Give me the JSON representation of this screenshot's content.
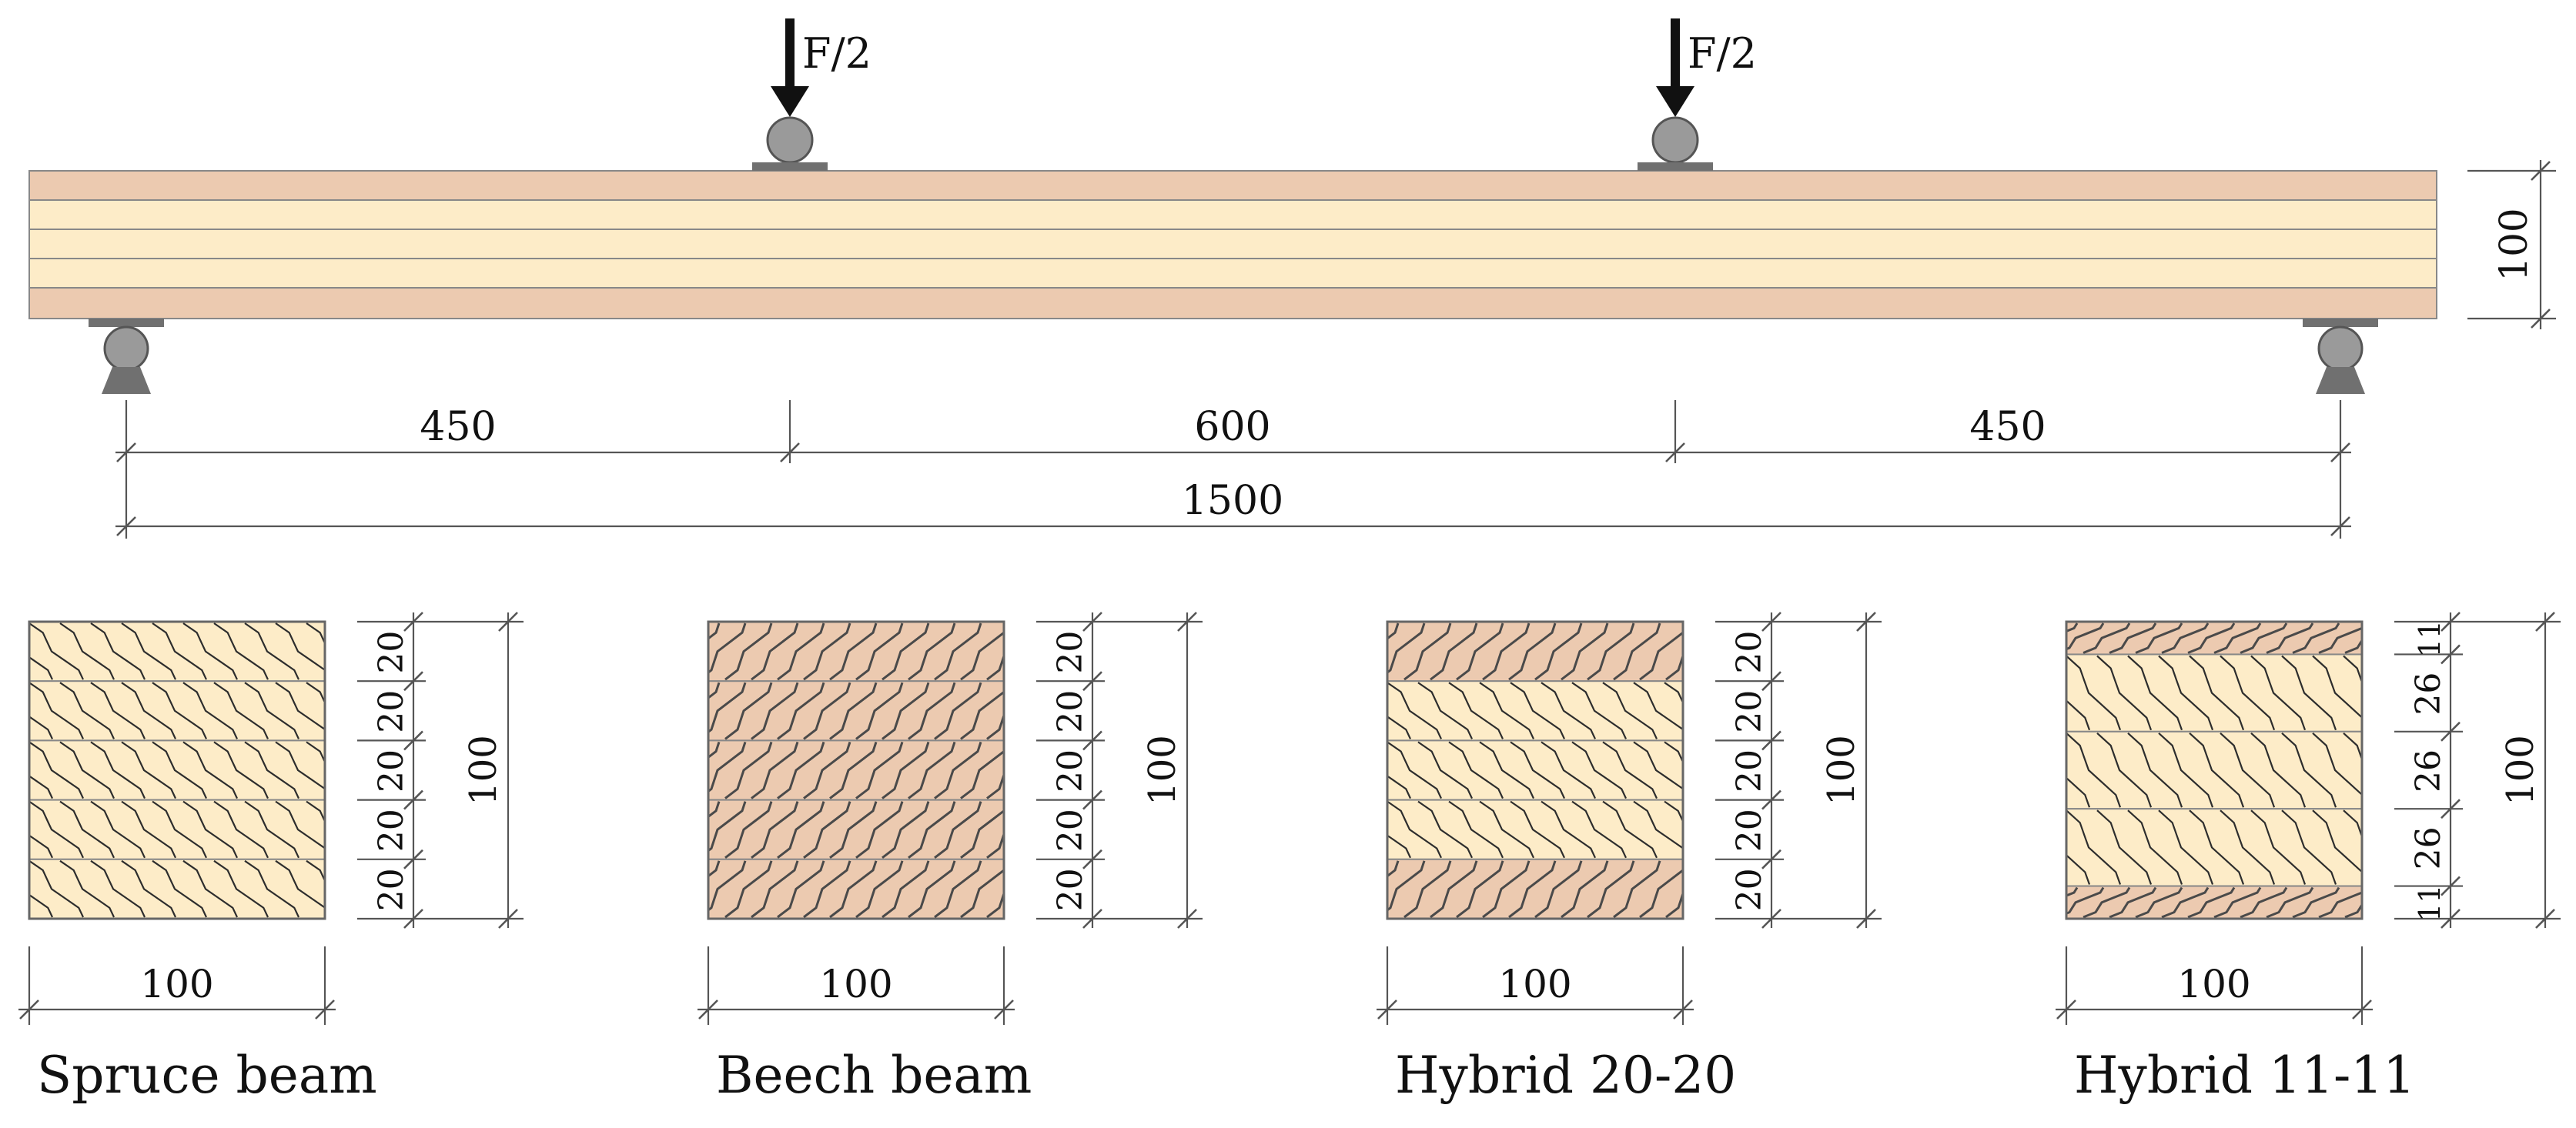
{
  "colors": {
    "spruce": "#fdecc8",
    "beech": "#eccab0",
    "support": "#9a9a9a",
    "support_stroke": "#555555",
    "plate": "#707070",
    "line": "#555555",
    "grain": "#333333"
  },
  "beam": {
    "load_label_left": "F/2",
    "load_label_right": "F/2",
    "height_label": "100",
    "spans": [
      "450",
      "600",
      "450"
    ],
    "total_span": "1500"
  },
  "sections": [
    {
      "caption": "Spruce beam",
      "width_label": "100",
      "height_label": "100",
      "layer_labels": [
        "20",
        "20",
        "20",
        "20",
        "20"
      ],
      "layers": [
        20,
        20,
        20,
        20,
        20
      ],
      "species": [
        "spruce",
        "spruce",
        "spruce",
        "spruce",
        "spruce"
      ]
    },
    {
      "caption": "Beech beam",
      "width_label": "100",
      "height_label": "100",
      "layer_labels": [
        "20",
        "20",
        "20",
        "20",
        "20"
      ],
      "layers": [
        20,
        20,
        20,
        20,
        20
      ],
      "species": [
        "beech",
        "beech",
        "beech",
        "beech",
        "beech"
      ]
    },
    {
      "caption": "Hybrid 20-20",
      "width_label": "100",
      "height_label": "100",
      "layer_labels": [
        "20",
        "20",
        "20",
        "20",
        "20"
      ],
      "layers": [
        20,
        20,
        20,
        20,
        20
      ],
      "species": [
        "beech",
        "spruce",
        "spruce",
        "spruce",
        "beech"
      ]
    },
    {
      "caption": "Hybrid 11-11",
      "width_label": "100",
      "height_label": "100",
      "layer_labels": [
        "11",
        "26",
        "26",
        "26",
        "11"
      ],
      "layers": [
        11,
        26,
        26,
        26,
        11
      ],
      "species": [
        "beech",
        "spruce",
        "spruce",
        "spruce",
        "beech"
      ]
    }
  ]
}
